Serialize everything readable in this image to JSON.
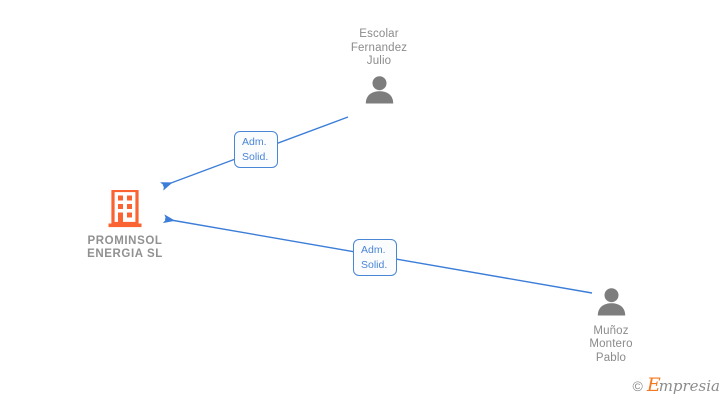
{
  "diagram": {
    "type": "corporate-relationship-graph",
    "background_color": "#ffffff",
    "edge_color": "#3b7dd8",
    "company_icon_color": "#fa6432",
    "person_icon_color": "#7d7d7d",
    "label_text_color": "#8b8b8b"
  },
  "nodes": {
    "company": {
      "name": "PROMINSOL\nENERGIA  SL",
      "icon": "building-icon",
      "kind": "company"
    },
    "person_top": {
      "name": "Escolar\nFernandez\nJulio",
      "icon": "person-icon",
      "kind": "person"
    },
    "person_bottom": {
      "name": "Muñoz\nMontero\nPablo",
      "icon": "person-icon",
      "kind": "person"
    }
  },
  "edges": [
    {
      "id": "edge-escolar",
      "from": "person_top",
      "to": "company",
      "label": "Adm.\nSolid.",
      "arrow": "to-company"
    },
    {
      "id": "edge-munoz",
      "from": "person_bottom",
      "to": "company",
      "label": "Adm.\nSolid.",
      "arrow": "to-company"
    }
  ],
  "watermark": {
    "copyright": "©",
    "brand_initial": "E",
    "brand_rest": "mpresia"
  }
}
